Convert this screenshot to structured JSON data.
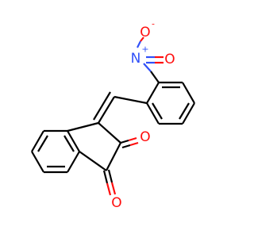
{
  "molecule": {
    "atoms": {
      "nitro_n": {
        "label": "N",
        "charge": "+"
      },
      "nitro_o_top": {
        "label": "O",
        "charge": "-"
      },
      "nitro_o_right": {
        "label": "O",
        "charge": ""
      },
      "ketone_o_1": {
        "label": "O",
        "charge": ""
      },
      "ketone_o_2": {
        "label": "O",
        "charge": ""
      }
    },
    "colors": {
      "carbon_bond": "#000000",
      "oxygen": "#ff0d0d",
      "nitrogen": "#3050f8"
    }
  }
}
